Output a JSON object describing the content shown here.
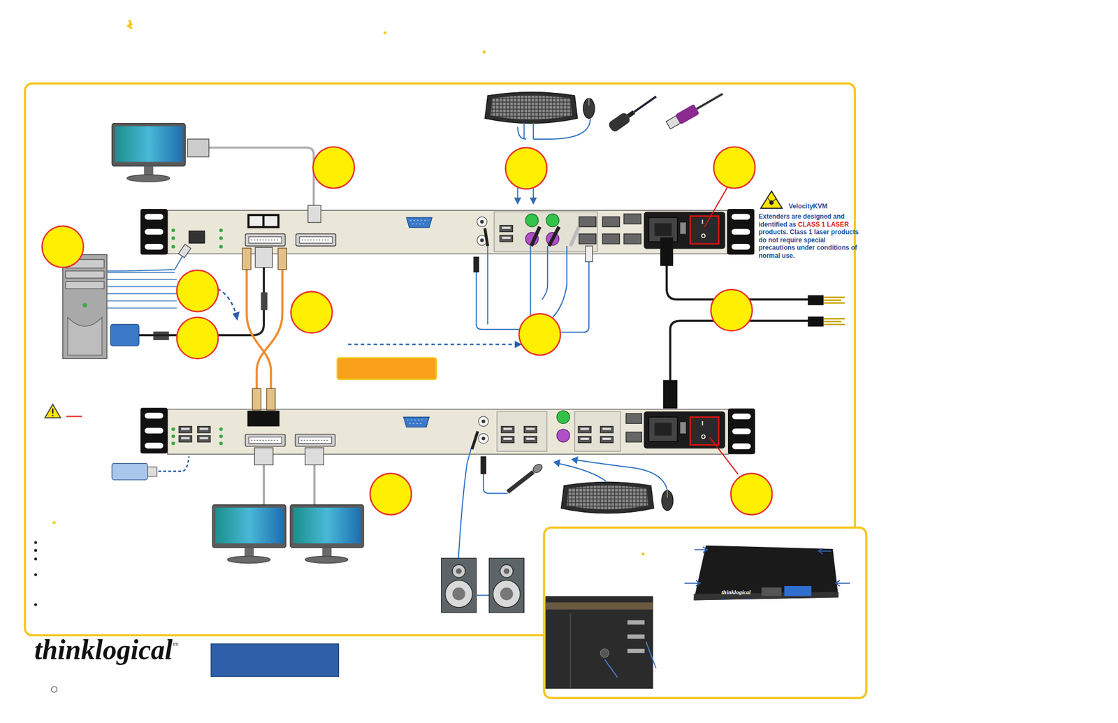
{
  "diagram": {
    "labels": [
      "VelocityKVM",
      "Extenders are designed and identified as",
      "CLASS 1 LASER",
      "products.  Class 1 laser products do not require special precautions under conditions of normal use.",
      "I",
      "O",
      "I",
      "O",
      "thinklogical",
      "tm",
      "thinklogical"
    ]
  }
}
